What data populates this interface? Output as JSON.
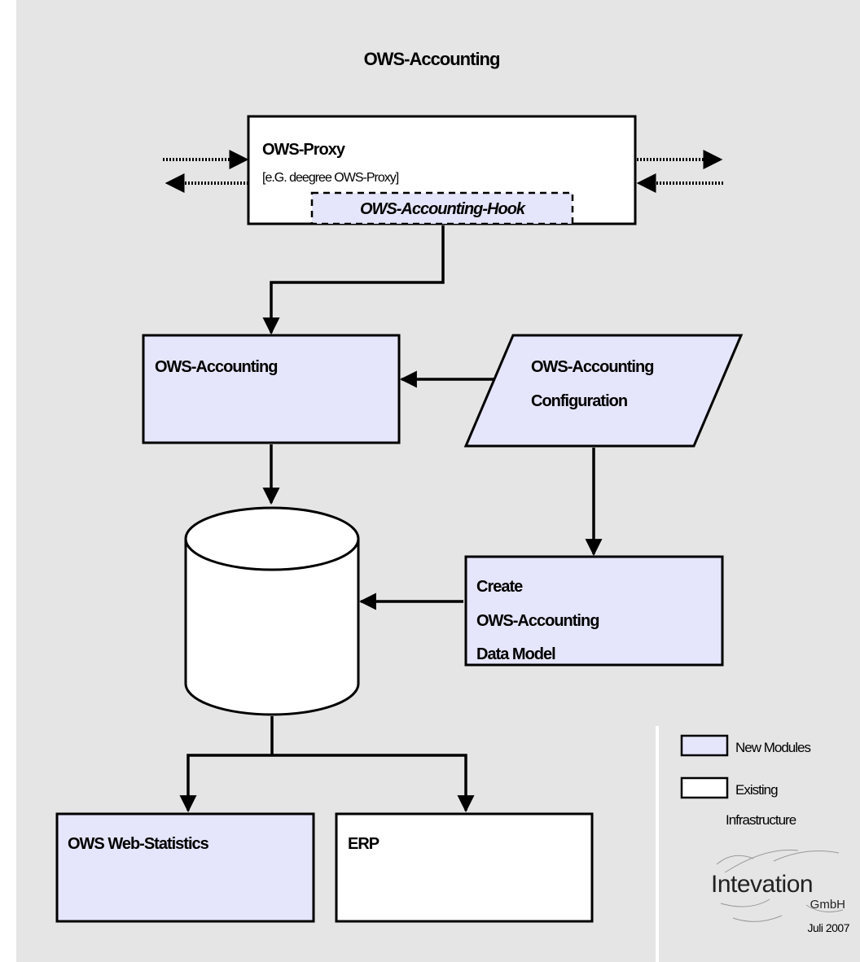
{
  "title": "OWS-Accounting",
  "proxy": {
    "label": "OWS-Proxy",
    "sublabel": "[e.G. deegree OWS-Proxy]",
    "hook_label": "OWS-Accounting-Hook"
  },
  "accounting": {
    "label": "OWS-Accounting"
  },
  "configuration": {
    "line1": "OWS-Accounting",
    "line2": "Configuration"
  },
  "create_model": {
    "line1": "Create",
    "line2": "OWS-Accounting",
    "line3": "Data Model"
  },
  "web_statistics": {
    "label": "OWS Web-Statistics"
  },
  "erp": {
    "label": "ERP"
  },
  "legend": {
    "new_modules": "New Modules",
    "existing_line1": "Existing",
    "existing_line2": "Infrastructure"
  },
  "logo": {
    "name": "Intevation",
    "suffix": "GmbH",
    "date": "Juli 2007"
  },
  "colors": {
    "background": "#e5e5e5",
    "new_module_fill": "#e5e5fb",
    "existing_fill": "#ffffff",
    "stroke": "#000000"
  }
}
